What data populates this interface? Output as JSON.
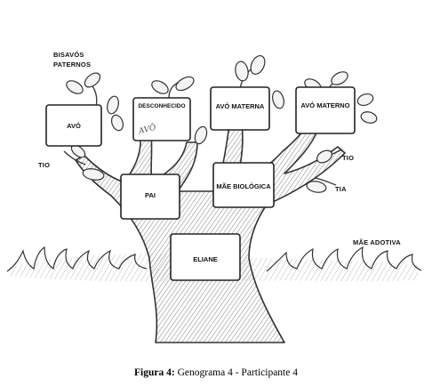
{
  "labels": {
    "bisavos_line1": "BISAVÓS",
    "bisavos_line2": "PATERNOS",
    "tio_left": "TIO",
    "tio_right": "TIO",
    "tia_right": "TIA",
    "mae_adotiva": "MÃE ADOTIVA"
  },
  "boxes": {
    "avo_paternal": "AVÓ",
    "desconhecido": "DESCONHECIDO",
    "avo_materna": "AVÓ MATERNA",
    "avo_materno": "AVÓ MATERNO",
    "pai": "PAI",
    "mae_biologica": "MÃE BIOLÓGICA",
    "eliane": "ELIANE"
  },
  "handwriting": "AVÔ",
  "caption": {
    "prefix": "Figura 4:",
    "text": " Genograma 4 - Participante 4"
  }
}
